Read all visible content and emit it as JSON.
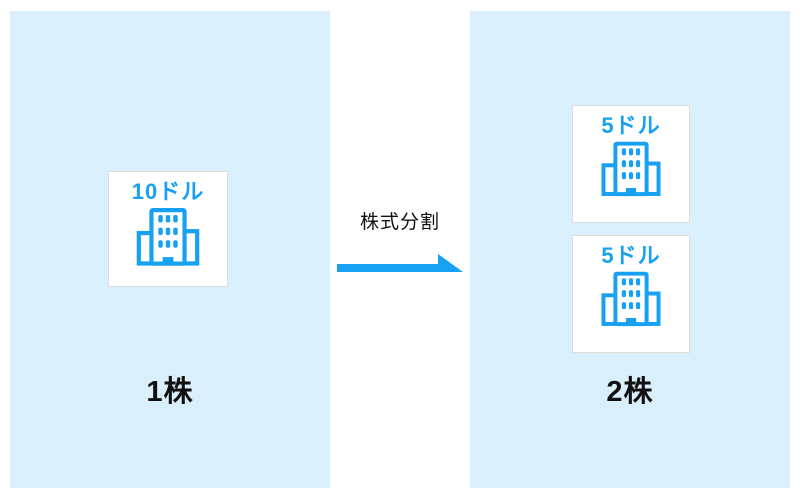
{
  "colors": {
    "panel_bg": "#D9EFFC",
    "accent_blue": "#18A0F2",
    "card_border": "#DDDDDD",
    "card_bg": "#FFFFFF",
    "text_dark": "#111111"
  },
  "diagram": {
    "before": {
      "share_label": "1株",
      "cards": [
        {
          "price": "10ドル",
          "icon": "building-icon"
        }
      ]
    },
    "transition": {
      "label": "株式分割",
      "arrow_icon": "right-arrow-icon"
    },
    "after": {
      "share_label": "2株",
      "cards": [
        {
          "price": "5ドル",
          "icon": "building-icon"
        },
        {
          "price": "5ドル",
          "icon": "building-icon"
        }
      ]
    }
  }
}
